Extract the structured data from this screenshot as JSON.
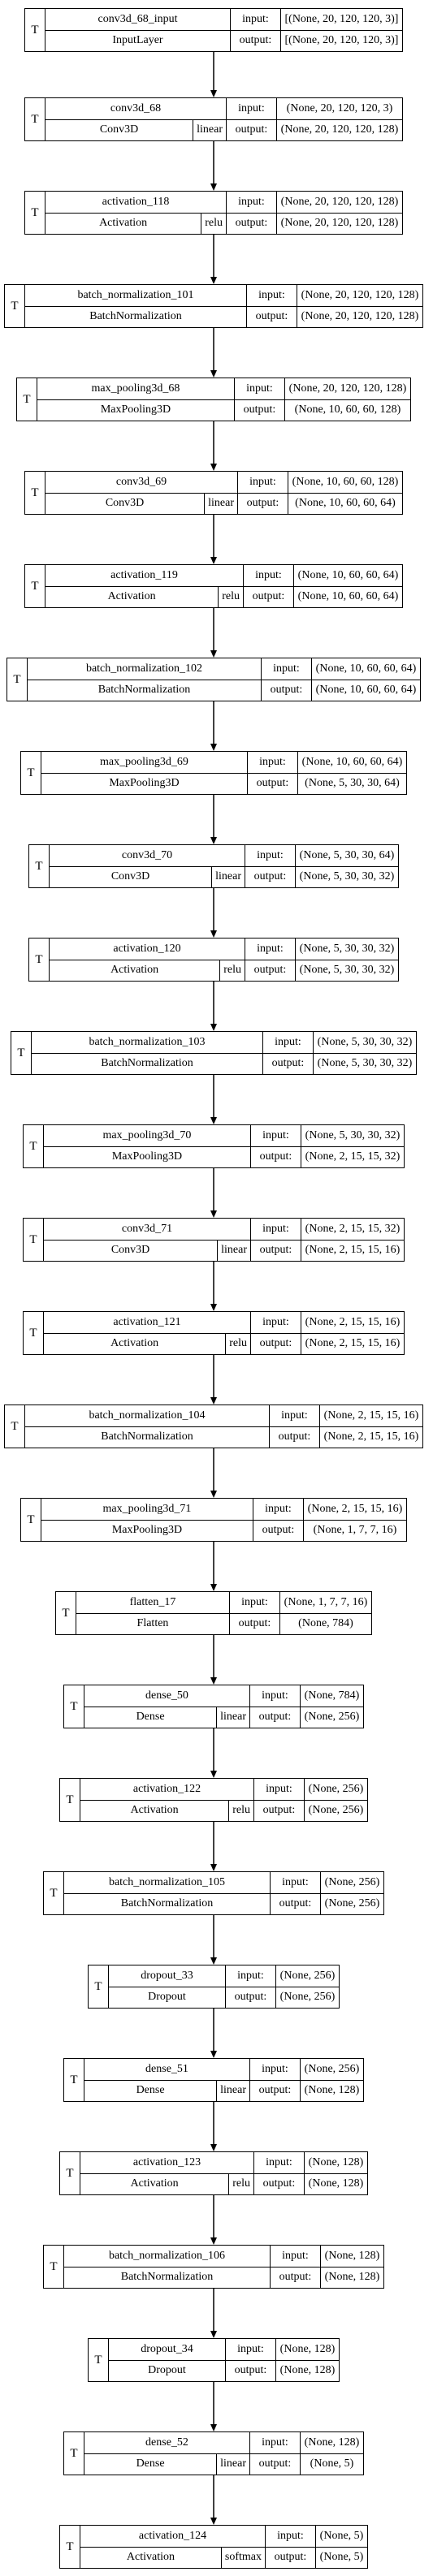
{
  "header_labels": {
    "input": "input:",
    "output": "output:",
    "trainable": "T"
  },
  "layers": [
    {
      "name": "conv3d_68_input",
      "type": "InputLayer",
      "activation": "",
      "input": "[(None, 20, 120, 120, 3)]",
      "output": "[(None, 20, 120, 120, 3)]"
    },
    {
      "name": "conv3d_68",
      "type": "Conv3D",
      "activation": "linear",
      "input": "(None, 20, 120, 120, 3)",
      "output": "(None, 20, 120, 120, 128)"
    },
    {
      "name": "activation_118",
      "type": "Activation",
      "activation": "relu",
      "input": "(None, 20, 120, 120, 128)",
      "output": "(None, 20, 120, 120, 128)"
    },
    {
      "name": "batch_normalization_101",
      "type": "BatchNormalization",
      "activation": "",
      "input": "(None, 20, 120, 120, 128)",
      "output": "(None, 20, 120, 120, 128)"
    },
    {
      "name": "max_pooling3d_68",
      "type": "MaxPooling3D",
      "activation": "",
      "input": "(None, 20, 120, 120, 128)",
      "output": "(None, 10, 60, 60, 128)"
    },
    {
      "name": "conv3d_69",
      "type": "Conv3D",
      "activation": "linear",
      "input": "(None, 10, 60, 60, 128)",
      "output": "(None, 10, 60, 60, 64)"
    },
    {
      "name": "activation_119",
      "type": "Activation",
      "activation": "relu",
      "input": "(None, 10, 60, 60, 64)",
      "output": "(None, 10, 60, 60, 64)"
    },
    {
      "name": "batch_normalization_102",
      "type": "BatchNormalization",
      "activation": "",
      "input": "(None, 10, 60, 60, 64)",
      "output": "(None, 10, 60, 60, 64)"
    },
    {
      "name": "max_pooling3d_69",
      "type": "MaxPooling3D",
      "activation": "",
      "input": "(None, 10, 60, 60, 64)",
      "output": "(None, 5, 30, 30, 64)"
    },
    {
      "name": "conv3d_70",
      "type": "Conv3D",
      "activation": "linear",
      "input": "(None, 5, 30, 30, 64)",
      "output": "(None, 5, 30, 30, 32)"
    },
    {
      "name": "activation_120",
      "type": "Activation",
      "activation": "relu",
      "input": "(None, 5, 30, 30, 32)",
      "output": "(None, 5, 30, 30, 32)"
    },
    {
      "name": "batch_normalization_103",
      "type": "BatchNormalization",
      "activation": "",
      "input": "(None, 5, 30, 30, 32)",
      "output": "(None, 5, 30, 30, 32)"
    },
    {
      "name": "max_pooling3d_70",
      "type": "MaxPooling3D",
      "activation": "",
      "input": "(None, 5, 30, 30, 32)",
      "output": "(None, 2, 15, 15, 32)"
    },
    {
      "name": "conv3d_71",
      "type": "Conv3D",
      "activation": "linear",
      "input": "(None, 2, 15, 15, 32)",
      "output": "(None, 2, 15, 15, 16)"
    },
    {
      "name": "activation_121",
      "type": "Activation",
      "activation": "relu",
      "input": "(None, 2, 15, 15, 16)",
      "output": "(None, 2, 15, 15, 16)"
    },
    {
      "name": "batch_normalization_104",
      "type": "BatchNormalization",
      "activation": "",
      "input": "(None, 2, 15, 15, 16)",
      "output": "(None, 2, 15, 15, 16)"
    },
    {
      "name": "max_pooling3d_71",
      "type": "MaxPooling3D",
      "activation": "",
      "input": "(None, 2, 15, 15, 16)",
      "output": "(None, 1, 7, 7, 16)"
    },
    {
      "name": "flatten_17",
      "type": "Flatten",
      "activation": "",
      "input": "(None, 1, 7, 7, 16)",
      "output": "(None, 784)"
    },
    {
      "name": "dense_50",
      "type": "Dense",
      "activation": "linear",
      "input": "(None, 784)",
      "output": "(None, 256)"
    },
    {
      "name": "activation_122",
      "type": "Activation",
      "activation": "relu",
      "input": "(None, 256)",
      "output": "(None, 256)"
    },
    {
      "name": "batch_normalization_105",
      "type": "BatchNormalization",
      "activation": "",
      "input": "(None, 256)",
      "output": "(None, 256)"
    },
    {
      "name": "dropout_33",
      "type": "Dropout",
      "activation": "",
      "input": "(None, 256)",
      "output": "(None, 256)"
    },
    {
      "name": "dense_51",
      "type": "Dense",
      "activation": "linear",
      "input": "(None, 256)",
      "output": "(None, 128)"
    },
    {
      "name": "activation_123",
      "type": "Activation",
      "activation": "relu",
      "input": "(None, 128)",
      "output": "(None, 128)"
    },
    {
      "name": "batch_normalization_106",
      "type": "BatchNormalization",
      "activation": "",
      "input": "(None, 128)",
      "output": "(None, 128)"
    },
    {
      "name": "dropout_34",
      "type": "Dropout",
      "activation": "",
      "input": "(None, 128)",
      "output": "(None, 128)"
    },
    {
      "name": "dense_52",
      "type": "Dense",
      "activation": "linear",
      "input": "(None, 128)",
      "output": "(None, 5)"
    },
    {
      "name": "activation_124",
      "type": "Activation",
      "activation": "softmax",
      "input": "(None, 5)",
      "output": "(None, 5)"
    }
  ]
}
